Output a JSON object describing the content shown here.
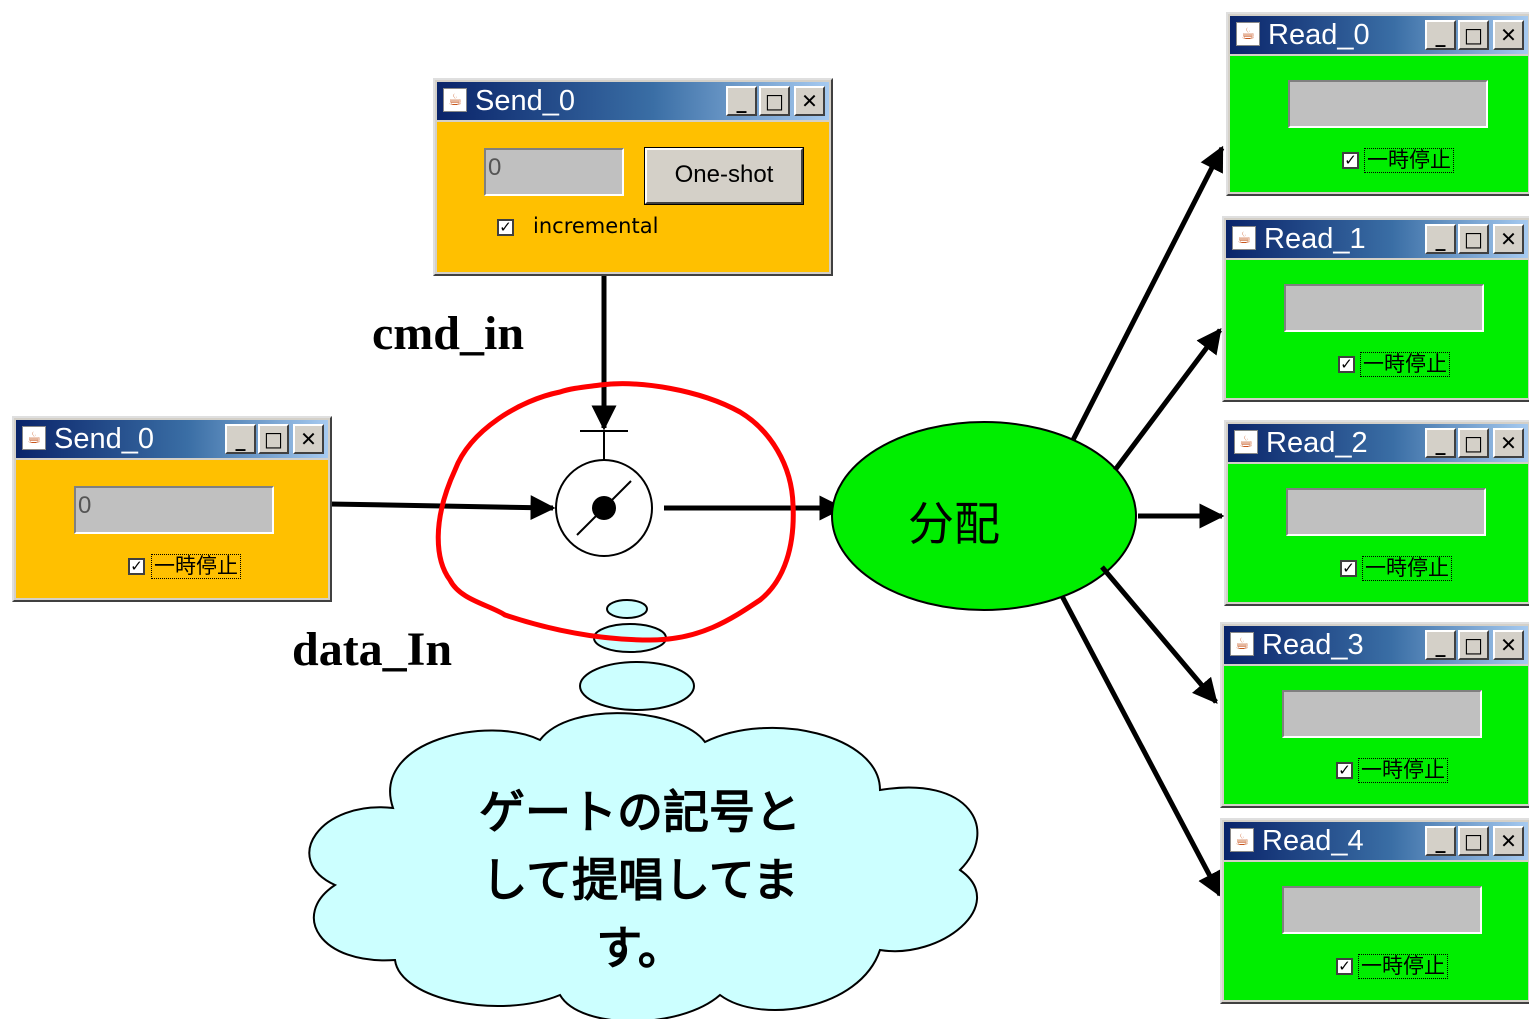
{
  "windows": {
    "send_top": {
      "title": "Send_0",
      "field_value": "0",
      "button_label": "One-shot",
      "checkbox_label": "incremental",
      "checked": true
    },
    "send_left": {
      "title": "Send_0",
      "field_value": "0",
      "checkbox_label": "一時停止",
      "checked": true
    },
    "readers": [
      {
        "title": "Read_0",
        "field_value": "",
        "checkbox_label": "一時停止",
        "checked": true
      },
      {
        "title": "Read_1",
        "field_value": "",
        "checkbox_label": "一時停止",
        "checked": true
      },
      {
        "title": "Read_2",
        "field_value": "",
        "checkbox_label": "一時停止",
        "checked": true
      },
      {
        "title": "Read_3",
        "field_value": "",
        "checkbox_label": "一時停止",
        "checked": true
      },
      {
        "title": "Read_4",
        "field_value": "",
        "checkbox_label": "一時停止",
        "checked": true
      }
    ],
    "title_buttons": {
      "minimize": "_",
      "maximize": "□",
      "close": "✕"
    },
    "icon": "java-cup-icon"
  },
  "labels": {
    "cmd_in": "cmd_in",
    "data_in": "data_In",
    "distribute": "分配",
    "cloud_line1": "ゲートの記号と",
    "cloud_line2": "して提唱してま",
    "cloud_line3": "す。"
  },
  "colors": {
    "send_window_bg": "#ffc000",
    "read_window_bg": "#00ee00",
    "distribute_fill": "#00ee00",
    "cloud_fill": "#ccffff",
    "highlight_ring": "#ff0000",
    "arrows": "#000000"
  }
}
